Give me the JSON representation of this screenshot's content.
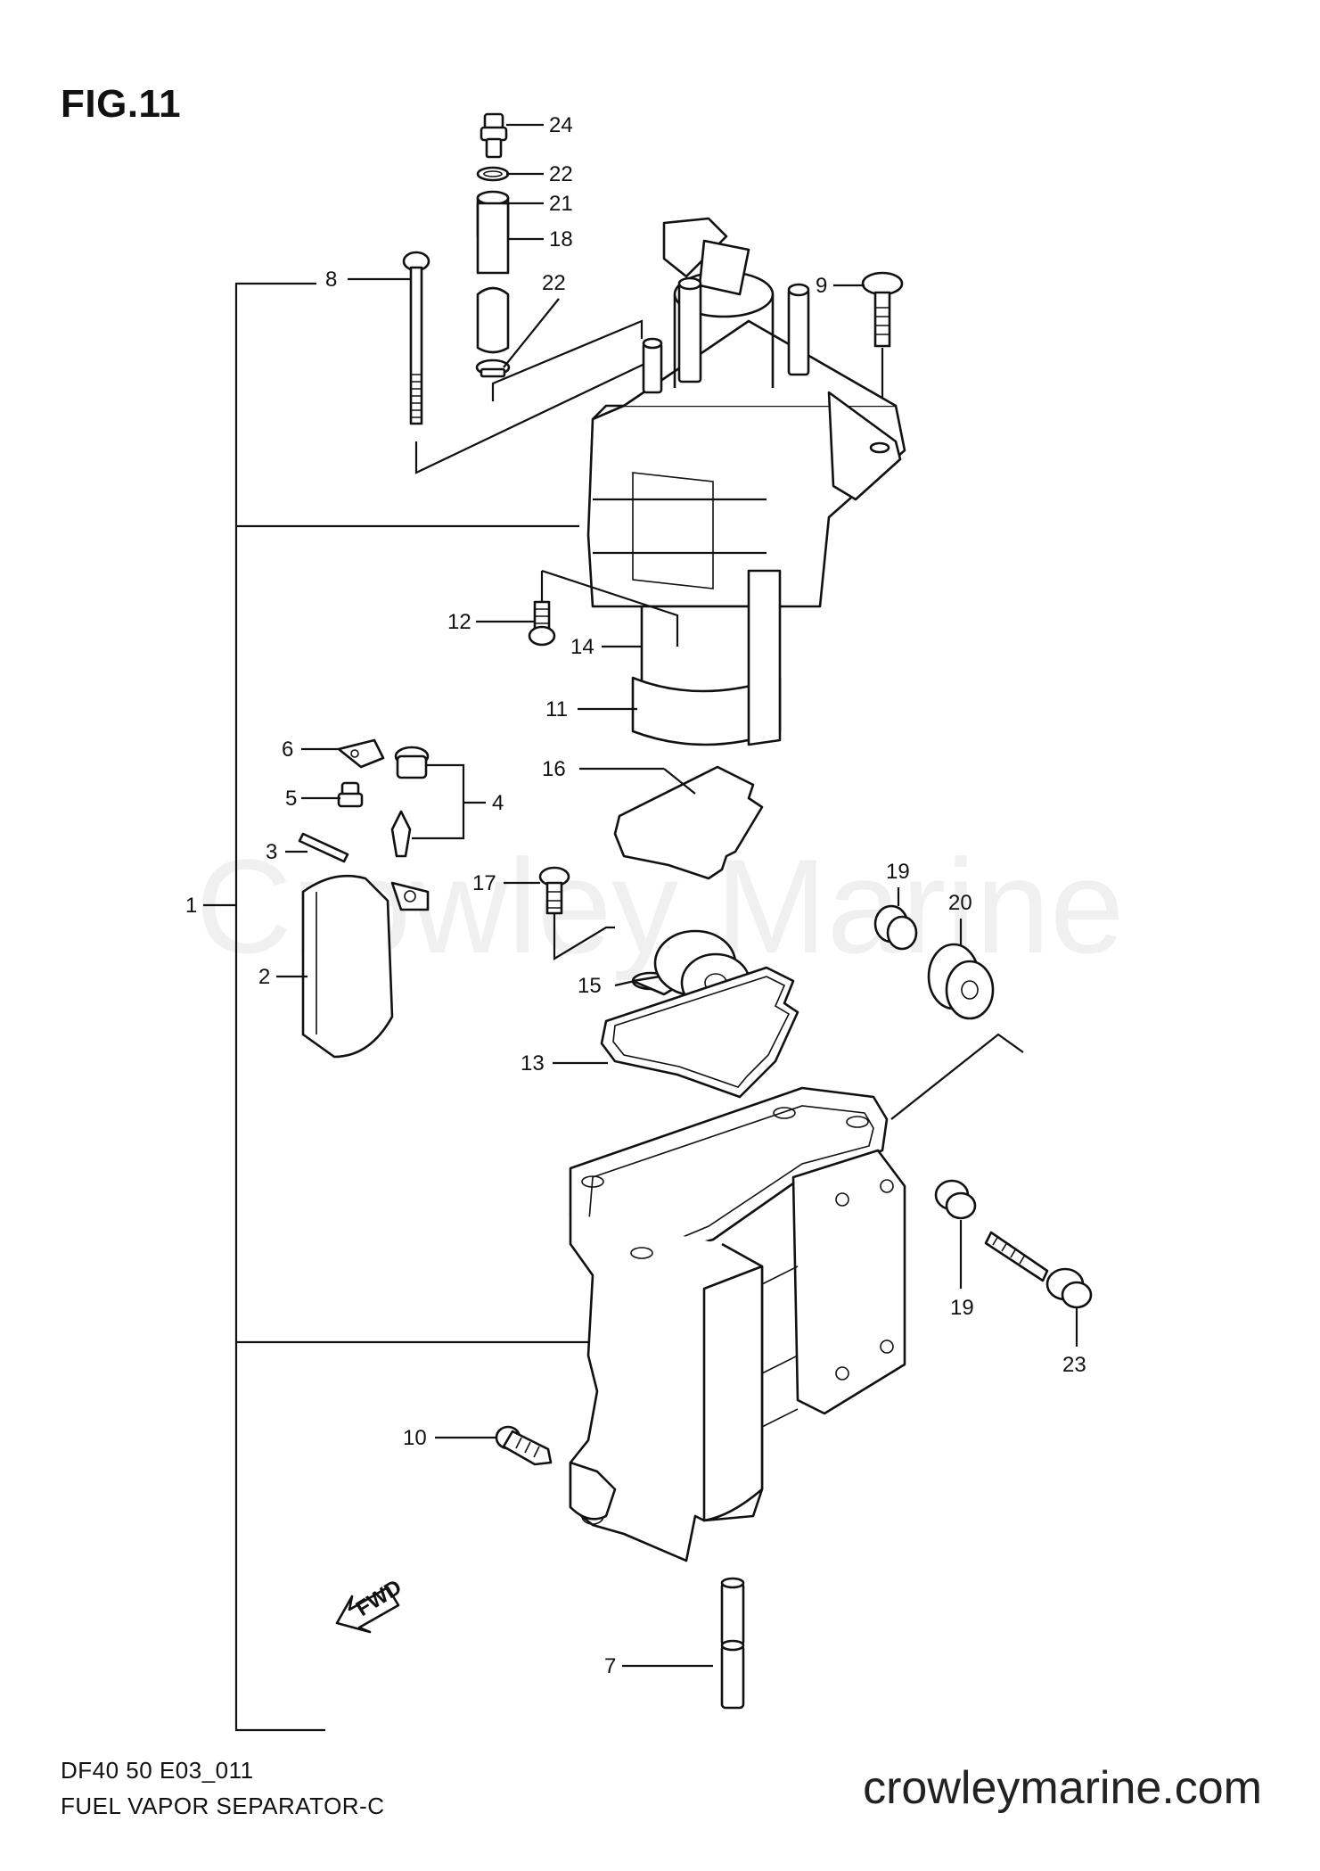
{
  "figure": {
    "title": "FIG.11"
  },
  "watermark": "Crowley Marine",
  "footer": {
    "model_code": "DF40 50 E03_011",
    "section_name": "FUEL VAPOR SEPARATOR-C",
    "website": "crowleymarine.com"
  },
  "fwd_marker": "FWD",
  "callouts": {
    "c24": "24",
    "c22a": "22",
    "c21": "21",
    "c18": "18",
    "c22b": "22",
    "c8": "8",
    "c9": "9",
    "c12": "12",
    "c14": "14",
    "c11": "11",
    "c6": "6",
    "c5": "5",
    "c4": "4",
    "c3": "3",
    "c16": "16",
    "c17": "17",
    "c19a": "19",
    "c20": "20",
    "c1": "1",
    "c2": "2",
    "c15": "15",
    "c13": "13",
    "c19b": "19",
    "c23": "23",
    "c10": "10",
    "c7": "7"
  }
}
